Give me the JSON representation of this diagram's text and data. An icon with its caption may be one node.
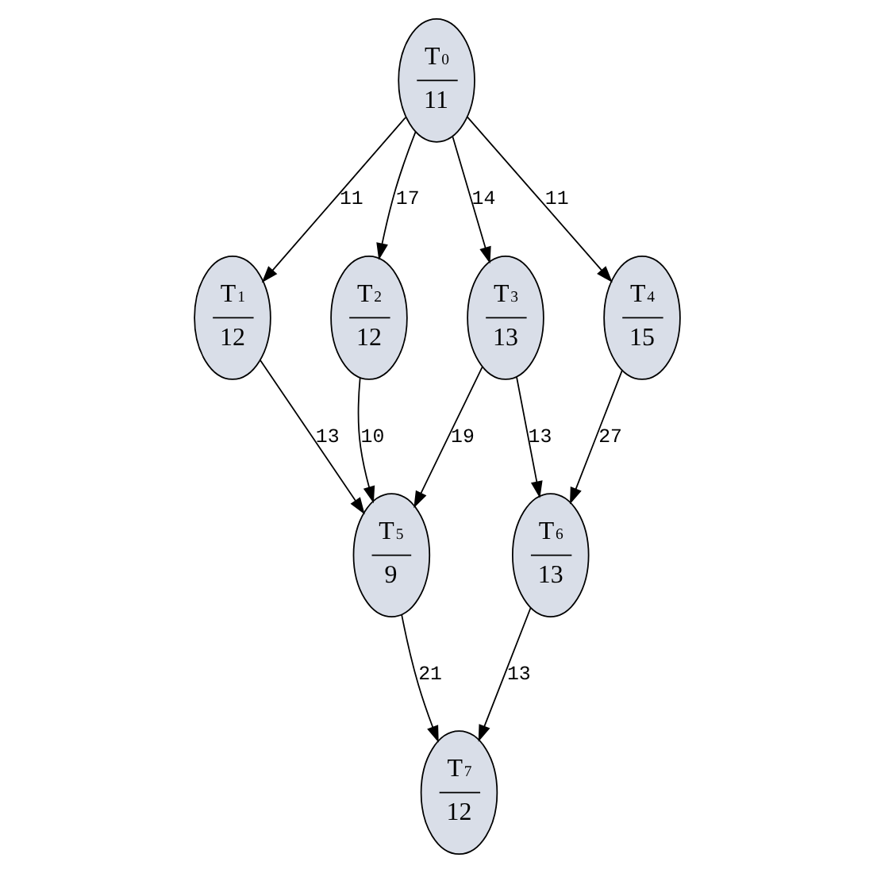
{
  "diagram": {
    "nodes": [
      {
        "text": [
          "T$_{0}$",
          "11"
        ]
      },
      {
        "text": [
          "T$_{1}$",
          "12"
        ]
      },
      {
        "text": [
          "T$_{2}$",
          "12"
        ]
      },
      {
        "text": [
          "T$_{3}$",
          "13"
        ]
      },
      {
        "text": [
          "T$_{4}$",
          "15"
        ]
      },
      {
        "text": [
          "T$_{5}$",
          "9"
        ]
      },
      {
        "text": [
          "T$_{6}$",
          "13"
        ]
      },
      {
        "text": [
          "T$_{7}$",
          "12"
        ]
      }
    ],
    "edges": [
      {
        "from": 0,
        "to": 1,
        "arrow": "to",
        "label": "11"
      },
      {
        "from": 0,
        "to": 2,
        "arrow": "to",
        "label": "17"
      },
      {
        "from": 0,
        "to": 3,
        "arrow": "to",
        "label": "14"
      },
      {
        "from": 0,
        "to": 4,
        "arrow": "to",
        "label": "11"
      },
      {
        "from": 1,
        "to": 5,
        "arrow": "to",
        "label": "13"
      },
      {
        "from": 2,
        "to": 5,
        "arrow": "to",
        "label": "10"
      },
      {
        "from": 3,
        "to": 5,
        "arrow": "to",
        "label": "19"
      },
      {
        "from": 3,
        "to": 6,
        "arrow": "to",
        "label": "13"
      },
      {
        "from": 4,
        "to": 6,
        "arrow": "to",
        "label": "27"
      },
      {
        "from": 5,
        "to": 7,
        "arrow": "to",
        "label": "21"
      },
      {
        "from": 6,
        "to": 7,
        "arrow": "to",
        "label": "13"
      }
    ]
  }
}
